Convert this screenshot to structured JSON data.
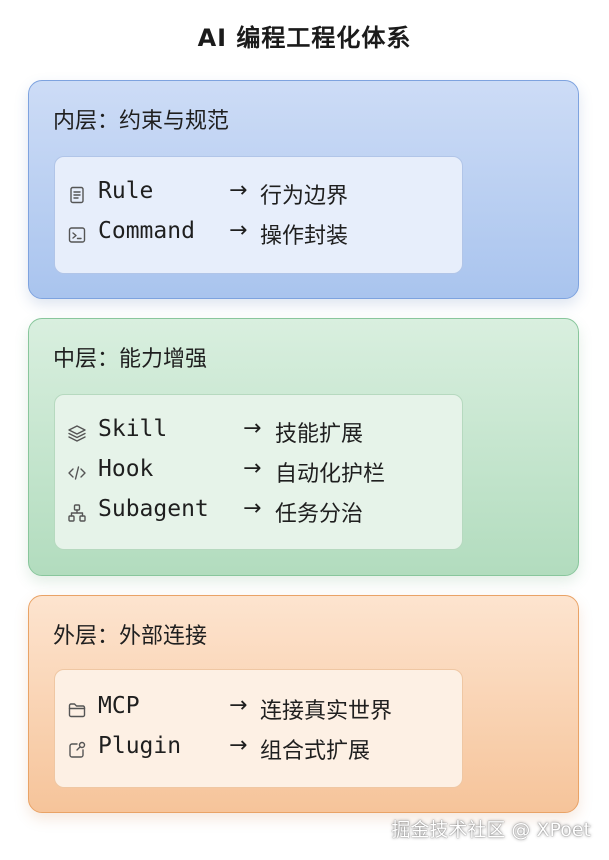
{
  "title": "AI 编程工程化体系",
  "layers": [
    {
      "title": "内层：约束与规范",
      "color": "#a9c4ee",
      "items": [
        {
          "icon": "document-lines-icon",
          "name": "Rule",
          "arrow": "→",
          "desc": "行为边界"
        },
        {
          "icon": "terminal-prompt-icon",
          "name": "Command",
          "arrow": "→",
          "desc": "操作封装"
        }
      ]
    },
    {
      "title": "中层：能力增强",
      "color": "#b2dcbe",
      "items": [
        {
          "icon": "layers-stack-icon",
          "name": "Skill",
          "arrow": "→",
          "desc": "技能扩展"
        },
        {
          "icon": "code-brackets-icon",
          "name": "Hook",
          "arrow": "→",
          "desc": "自动化护栏"
        },
        {
          "icon": "hierarchy-network-icon",
          "name": "Subagent",
          "arrow": "→",
          "desc": "任务分治"
        }
      ]
    },
    {
      "title": "外层：外部连接",
      "color": "#f6c49a",
      "items": [
        {
          "icon": "folder-icon",
          "name": "MCP",
          "arrow": "→",
          "desc": "连接真实世界"
        },
        {
          "icon": "plug-square-icon",
          "name": "Plugin",
          "arrow": "→",
          "desc": "组合式扩展"
        }
      ]
    }
  ],
  "watermark": "掘金技术社区 @ XPoet"
}
